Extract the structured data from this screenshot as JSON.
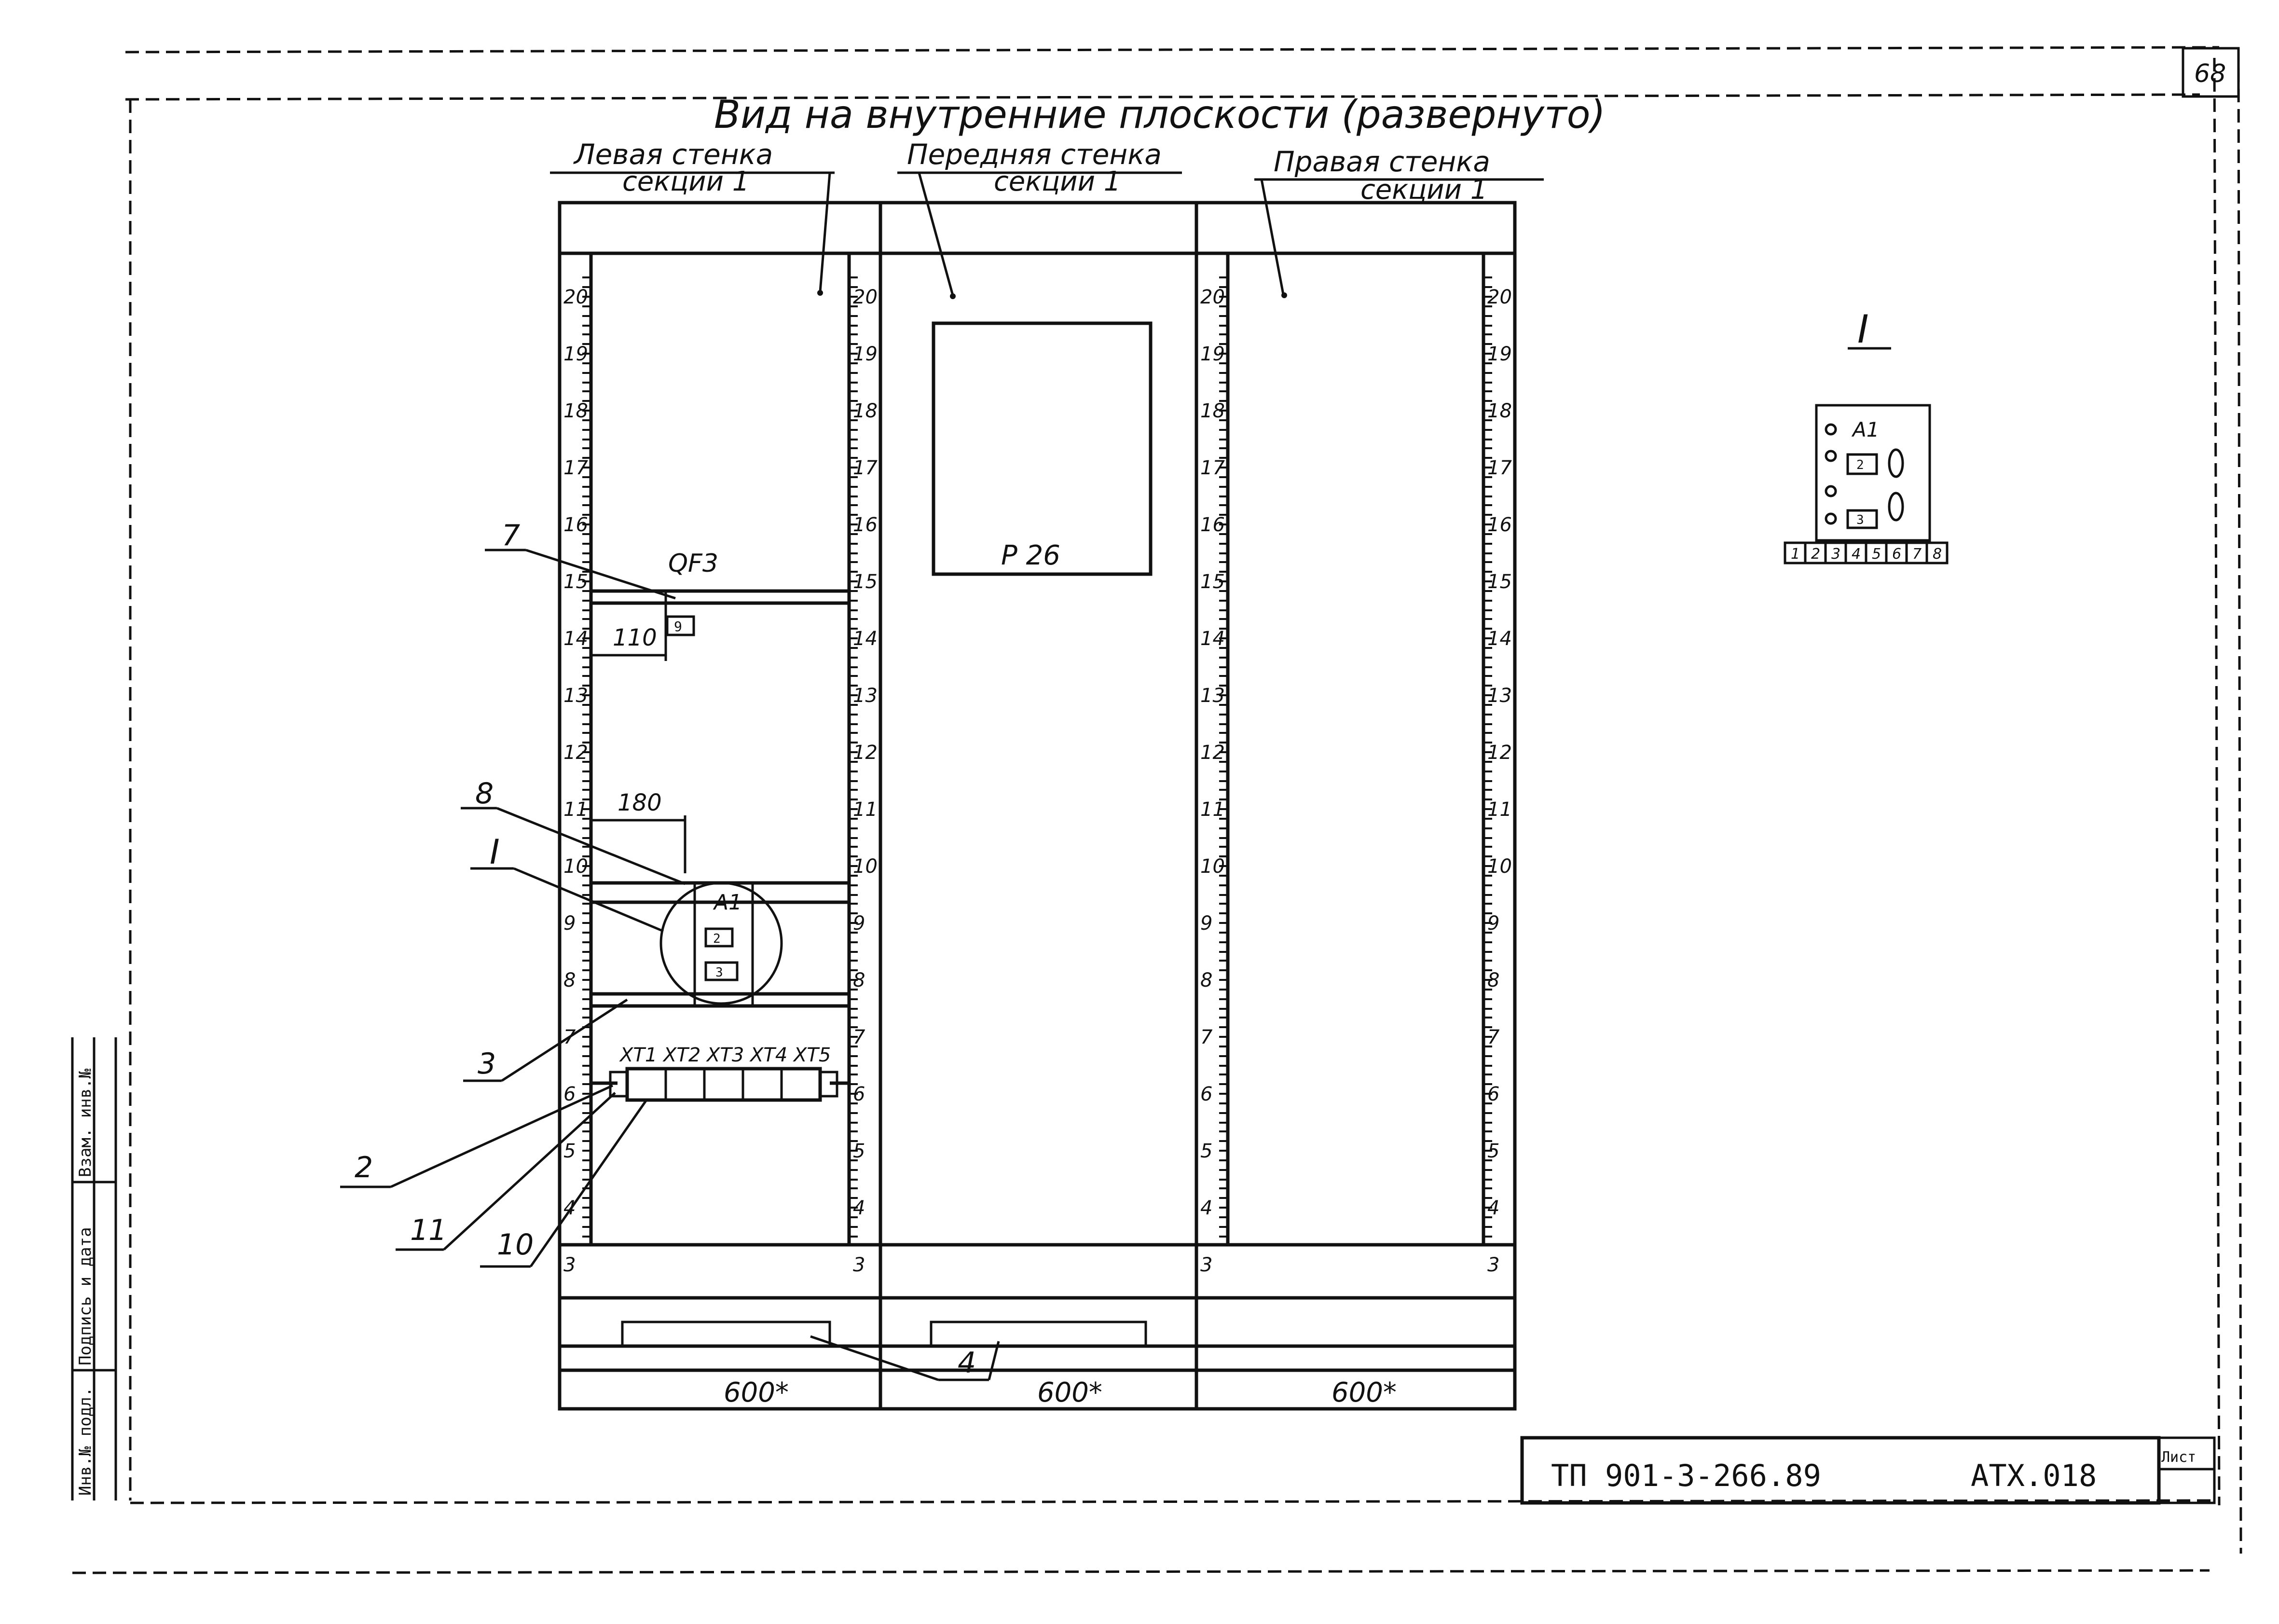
{
  "sheet": {
    "number": "68",
    "title": "Вид на внутренние плоскости (развернуто)",
    "doc_code": "ТП 901-3-266.89",
    "drawing_code": "АТХ.018",
    "sheet_label": "Лист"
  },
  "walls": [
    {
      "label_line1": "Левая стенка",
      "label_line2": "секции 1"
    },
    {
      "label_line1": "Передняя стенка",
      "label_line2": "секции 1"
    },
    {
      "label_line1": "Правая стенка",
      "label_line2": "секции 1"
    }
  ],
  "ruler_numbers": [
    "20",
    "19",
    "18",
    "17",
    "16",
    "15",
    "14",
    "13",
    "12",
    "11",
    "10",
    "9",
    "8",
    "7",
    "6",
    "5",
    "4",
    "3"
  ],
  "front_panel": {
    "label": "Р 26"
  },
  "breaker": {
    "label": "QF3",
    "item": "9",
    "dimension": "110"
  },
  "relay_block": {
    "label": "А1",
    "item1": "2",
    "item2": "3",
    "dimension": "180"
  },
  "terminals": {
    "label": "ХТ1 ХТ2 ХТ3 ХТ4 ХТ5"
  },
  "callouts": {
    "c7": "7",
    "c8": "8",
    "cI": "I",
    "c3": "3",
    "c2": "2",
    "c11": "11",
    "c10": "10",
    "c4": "4"
  },
  "widths": [
    "600*",
    "600*",
    "600*"
  ],
  "detail": {
    "title": "I",
    "label": "А1",
    "item1": "2",
    "item2": "3",
    "terminal_numbers": [
      "1",
      "2",
      "3",
      "4",
      "5",
      "6",
      "7",
      "8"
    ]
  },
  "margin": {
    "rotated_1": "Инв.№ подл.",
    "rotated_2": "Подпись и дата",
    "rotated_3": "Взам. инв.№"
  }
}
